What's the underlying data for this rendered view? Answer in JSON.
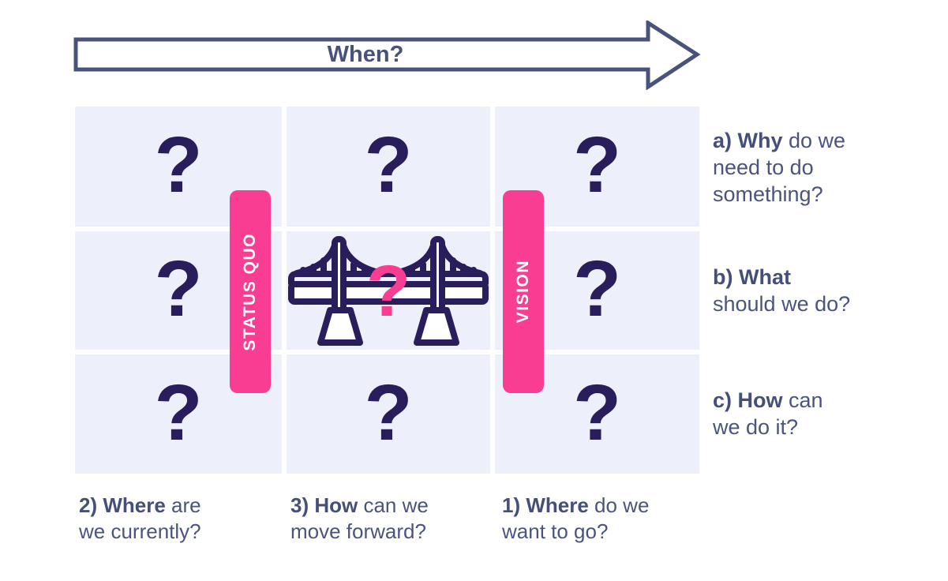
{
  "colors": {
    "background": "#ffffff",
    "cell_background": "#edeffb",
    "dark_navy": "#2a1d5b",
    "slate_text": "#4a547d",
    "arrow_outline": "#49527b",
    "pink_accent": "#f93d92",
    "bar_text": "#ffffff"
  },
  "timeline_arrow": {
    "label": "When?"
  },
  "grid": {
    "question_mark": "?"
  },
  "bridge_cell": {
    "icon": "suspension-bridge-icon",
    "question_mark": "?"
  },
  "bars": {
    "status_quo": "STATUS QUO",
    "vision": "VISION"
  },
  "row_labels": {
    "a": {
      "bold": "a) Why",
      "rest": " do we",
      "line2": "need to do",
      "line3": "something?"
    },
    "b": {
      "bold": "b) What",
      "rest": "",
      "line2": "should we do?"
    },
    "c": {
      "bold": "c) How",
      "rest": " can",
      "line2": "we do it?"
    }
  },
  "col_labels": {
    "q2": {
      "bold": "2) Where",
      "rest": " are",
      "line2": "we currently?"
    },
    "q3": {
      "bold": "3) How",
      "rest": " can we",
      "line2": "move forward?"
    },
    "q1": {
      "bold": "1) Where",
      "rest": " do we",
      "line2": "want to go?"
    }
  }
}
